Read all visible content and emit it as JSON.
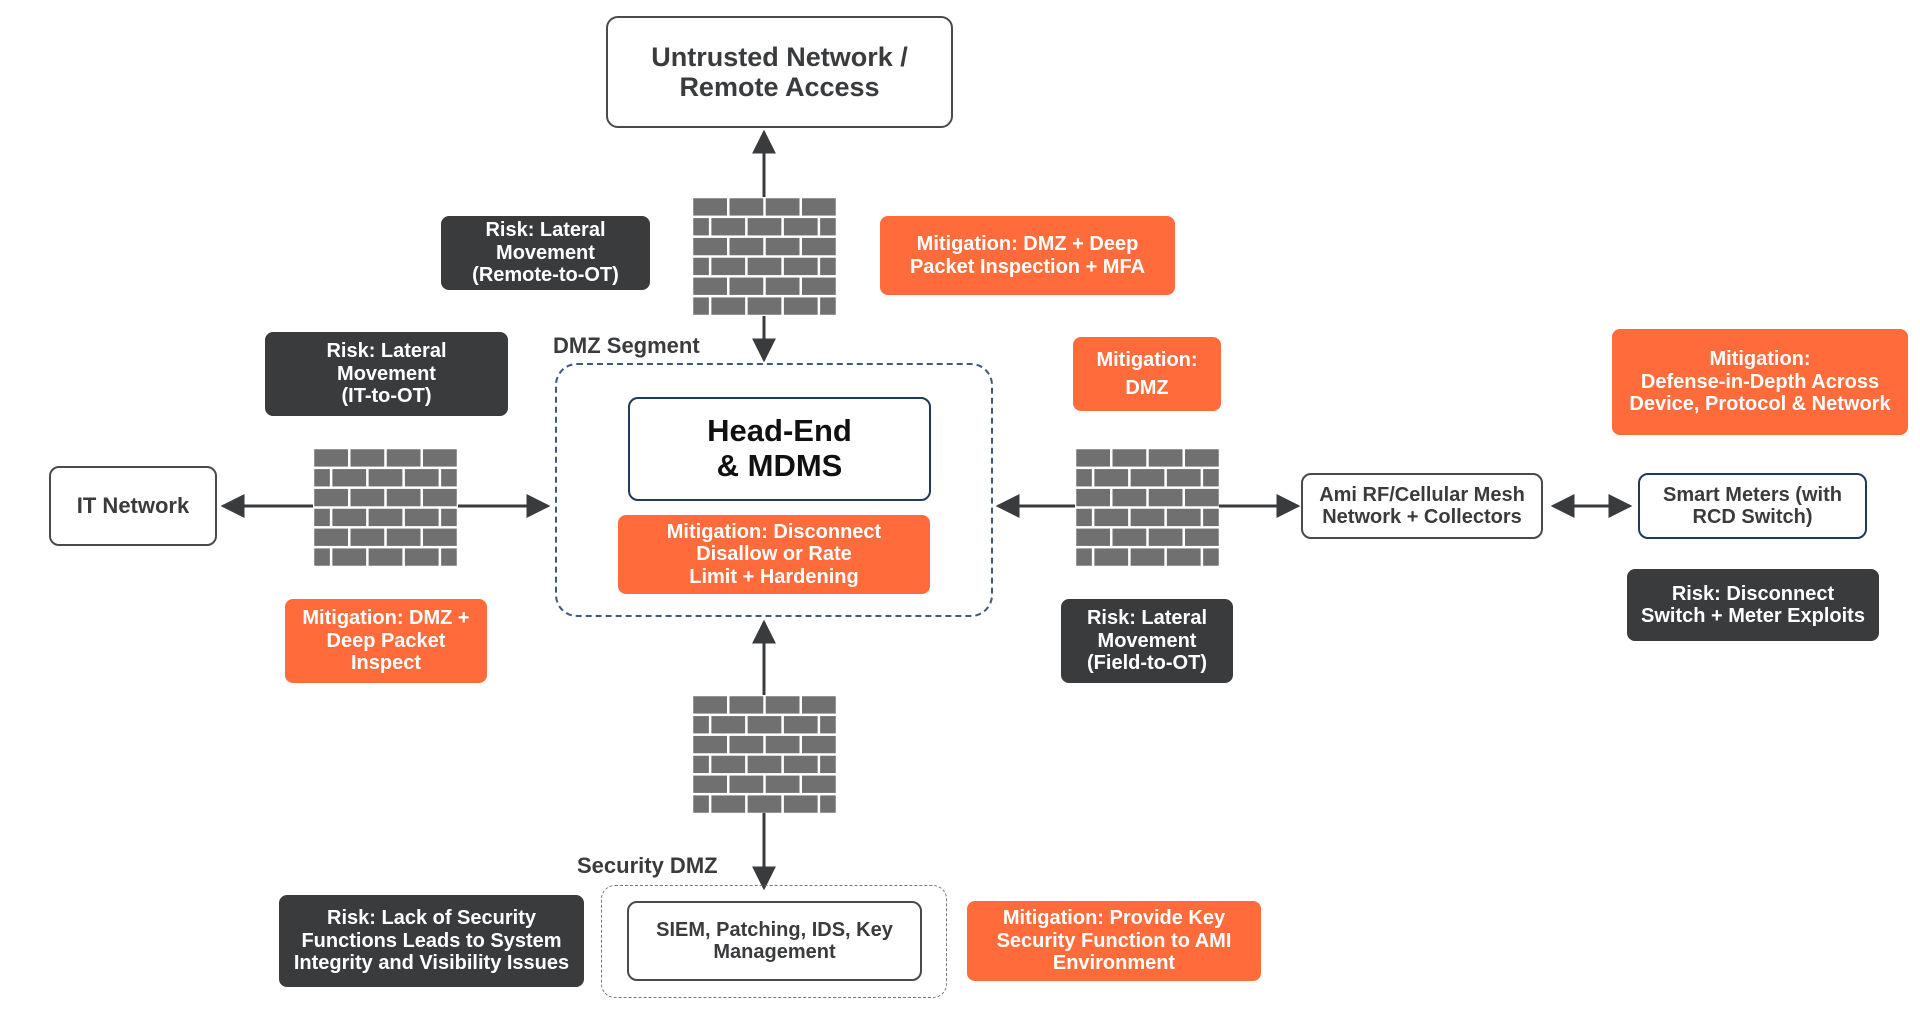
{
  "nodes": {
    "untrusted": "Untrusted Network /\nRemote Access",
    "head_end": "Head-End\n& MDMS",
    "it_network": "IT Network",
    "ami_rf": "Ami RF/Cellular Mesh\nNetwork + Collectors",
    "smart_meters": "Smart Meters (with\nRCD Switch)",
    "siem": "SIEM, Patching, IDS, Key\nManagement"
  },
  "zones": {
    "dmz_segment": "DMZ Segment",
    "security_dmz": "Security DMZ"
  },
  "risks": {
    "remote_to_ot": "Risk: Lateral\nMovement\n(Remote-to-OT)",
    "it_to_ot": "Risk: Lateral\nMovement\n(IT-to-OT)",
    "field_to_ot": "Risk: Lateral\nMovement\n(Field-to-OT)",
    "disconnect": "Risk: Disconnect\nSwitch + Meter Exploits",
    "lack_security": "Risk: Lack of Security\nFunctions Leads to System\nIntegrity and Visibility Issues"
  },
  "mitigations": {
    "dmz_dpi_mfa": "Mitigation: DMZ + Deep\nPacket Inspection + MFA",
    "disconnect": "Mitigation: Disconnect\nDisallow or Rate\nLimit + Hardening",
    "dmz_dpi": "Mitigation: DMZ +\nDeep Packet\nInspect",
    "dmz": "Mitigation:\nDMZ",
    "defense_in_depth": "Mitigation:\nDefense-in-Depth Across\nDevice, Protocol & Network",
    "provide_key": "Mitigation: Provide Key\nSecurity Function to AMI\nEnvironment"
  },
  "colors": {
    "risk": "#3a3b3d",
    "mitigation": "#ff6b3a",
    "firewall_brick": "#707070",
    "dmz_border": "#3e5a7a",
    "head_end_border": "#1f3a5f"
  }
}
